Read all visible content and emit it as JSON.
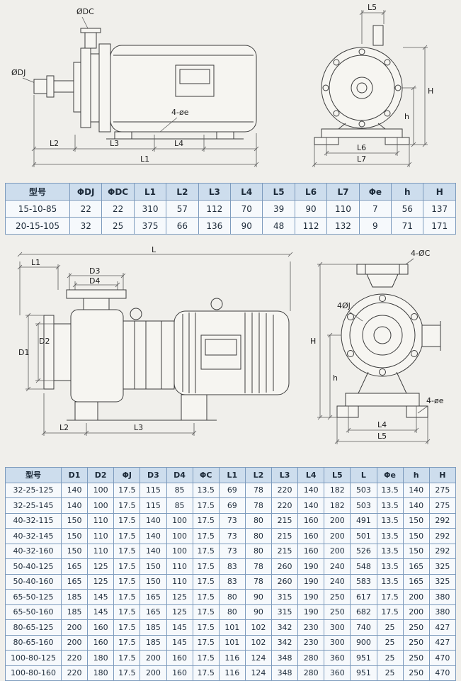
{
  "figure1": {
    "side": {
      "label_dc": "ØDC",
      "label_dj": "ØDJ",
      "label_holes": "4-øe",
      "label_l2": "L2",
      "label_l3": "L3",
      "label_l4": "L4",
      "label_l1": "L1"
    },
    "end": {
      "label_l5": "L5",
      "label_H": "H",
      "label_h": "h",
      "label_l6": "L6",
      "label_l7": "L7"
    }
  },
  "table1": {
    "headers": [
      "型号",
      "ΦDJ",
      "ΦDC",
      "L1",
      "L2",
      "L3",
      "L4",
      "L5",
      "L6",
      "L7",
      "Φe",
      "h",
      "H"
    ],
    "rows": [
      [
        "15-10-85",
        "22",
        "22",
        "310",
        "57",
        "112",
        "70",
        "39",
        "90",
        "110",
        "7",
        "56",
        "137"
      ],
      [
        "20-15-105",
        "32",
        "25",
        "375",
        "66",
        "136",
        "90",
        "48",
        "112",
        "132",
        "9",
        "71",
        "171"
      ]
    ]
  },
  "figure2": {
    "side": {
      "label_L": "L",
      "label_l1": "L1",
      "label_d3": "D3",
      "label_d4": "D4",
      "label_d1": "D1",
      "label_d2": "D2",
      "label_l2": "L2",
      "label_l3": "L3"
    },
    "end": {
      "label_holes_c": "4-ØC",
      "label_holes_j": "4ØJ",
      "label_H": "H",
      "label_h": "h",
      "label_holes_e": "4-øe",
      "label_l4": "L4",
      "label_l5": "L5"
    }
  },
  "table2": {
    "headers": [
      "型号",
      "D1",
      "D2",
      "ΦJ",
      "D3",
      "D4",
      "ΦC",
      "L1",
      "L2",
      "L3",
      "L4",
      "L5",
      "L",
      "Φe",
      "h",
      "H"
    ],
    "rows": [
      [
        "32-25-125",
        "140",
        "100",
        "17.5",
        "115",
        "85",
        "13.5",
        "69",
        "78",
        "220",
        "140",
        "182",
        "503",
        "13.5",
        "140",
        "275"
      ],
      [
        "32-25-145",
        "140",
        "100",
        "17.5",
        "115",
        "85",
        "17.5",
        "69",
        "78",
        "220",
        "140",
        "182",
        "503",
        "13.5",
        "140",
        "275"
      ],
      [
        "40-32-115",
        "150",
        "110",
        "17.5",
        "140",
        "100",
        "17.5",
        "73",
        "80",
        "215",
        "160",
        "200",
        "491",
        "13.5",
        "150",
        "292"
      ],
      [
        "40-32-145",
        "150",
        "110",
        "17.5",
        "140",
        "100",
        "17.5",
        "73",
        "80",
        "215",
        "160",
        "200",
        "501",
        "13.5",
        "150",
        "292"
      ],
      [
        "40-32-160",
        "150",
        "110",
        "17.5",
        "140",
        "100",
        "17.5",
        "73",
        "80",
        "215",
        "160",
        "200",
        "526",
        "13.5",
        "150",
        "292"
      ],
      [
        "50-40-125",
        "165",
        "125",
        "17.5",
        "150",
        "110",
        "17.5",
        "83",
        "78",
        "260",
        "190",
        "240",
        "548",
        "13.5",
        "165",
        "325"
      ],
      [
        "50-40-160",
        "165",
        "125",
        "17.5",
        "150",
        "110",
        "17.5",
        "83",
        "78",
        "260",
        "190",
        "240",
        "583",
        "13.5",
        "165",
        "325"
      ],
      [
        "65-50-125",
        "185",
        "145",
        "17.5",
        "165",
        "125",
        "17.5",
        "80",
        "90",
        "315",
        "190",
        "250",
        "617",
        "17.5",
        "200",
        "380"
      ],
      [
        "65-50-160",
        "185",
        "145",
        "17.5",
        "165",
        "125",
        "17.5",
        "80",
        "90",
        "315",
        "190",
        "250",
        "682",
        "17.5",
        "200",
        "380"
      ],
      [
        "80-65-125",
        "200",
        "160",
        "17.5",
        "185",
        "145",
        "17.5",
        "101",
        "102",
        "342",
        "230",
        "300",
        "740",
        "25",
        "250",
        "427"
      ],
      [
        "80-65-160",
        "200",
        "160",
        "17.5",
        "185",
        "145",
        "17.5",
        "101",
        "102",
        "342",
        "230",
        "300",
        "900",
        "25",
        "250",
        "427"
      ],
      [
        "100-80-125",
        "220",
        "180",
        "17.5",
        "200",
        "160",
        "17.5",
        "116",
        "124",
        "348",
        "280",
        "360",
        "951",
        "25",
        "250",
        "470"
      ],
      [
        "100-80-160",
        "220",
        "180",
        "17.5",
        "200",
        "160",
        "17.5",
        "116",
        "124",
        "348",
        "280",
        "360",
        "951",
        "25",
        "250",
        "470"
      ]
    ]
  }
}
